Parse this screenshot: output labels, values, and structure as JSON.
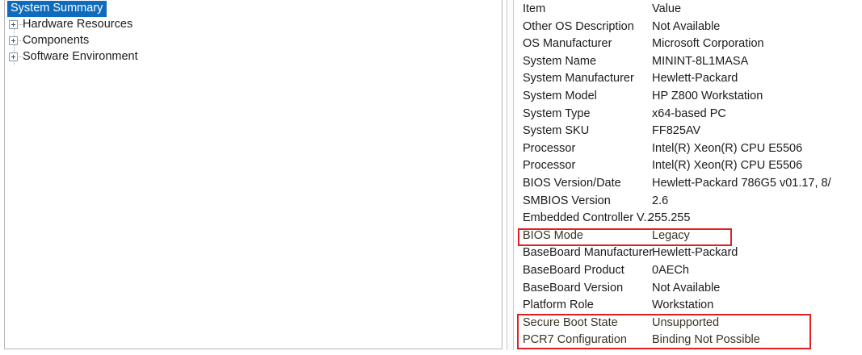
{
  "tree": {
    "root": {
      "label": "System Summary",
      "selected": true
    },
    "children": [
      {
        "label": "Hardware Resources",
        "expander": "plus-icon"
      },
      {
        "label": "Components",
        "expander": "plus-icon"
      },
      {
        "label": "Software Environment",
        "expander": "plus-icon"
      }
    ]
  },
  "detail": {
    "columns": {
      "item": "Item",
      "value": "Value"
    },
    "rows": [
      {
        "item": "Other OS Description",
        "value": "Not Available"
      },
      {
        "item": "OS Manufacturer",
        "value": "Microsoft Corporation"
      },
      {
        "item": "System Name",
        "value": "MININT-8L1MASA"
      },
      {
        "item": "System Manufacturer",
        "value": "Hewlett-Packard"
      },
      {
        "item": "System Model",
        "value": "HP Z800 Workstation"
      },
      {
        "item": "System Type",
        "value": "x64-based PC"
      },
      {
        "item": "System SKU",
        "value": "FF825AV"
      },
      {
        "item": "Processor",
        "value": "Intel(R) Xeon(R) CPU           E5506"
      },
      {
        "item": "Processor",
        "value": "Intel(R) Xeon(R) CPU           E5506"
      },
      {
        "item": "BIOS Version/Date",
        "value": "Hewlett-Packard 786G5 v01.17, 8/"
      },
      {
        "item": "SMBIOS Version",
        "value": "2.6"
      },
      {
        "item": "Embedded Controller V...",
        "value": "255.255"
      },
      {
        "item": "BIOS Mode",
        "value": "Legacy"
      },
      {
        "item": "BaseBoard Manufacturer",
        "value": "Hewlett-Packard"
      },
      {
        "item": "BaseBoard Product",
        "value": "0AECh"
      },
      {
        "item": "BaseBoard Version",
        "value": "Not Available"
      },
      {
        "item": "Platform Role",
        "value": "Workstation"
      },
      {
        "item": "Secure Boot State",
        "value": "Unsupported"
      },
      {
        "item": "PCR7 Configuration",
        "value": "Binding Not Possible"
      }
    ]
  },
  "annotations": {
    "color": "#e02020",
    "boxes": [
      {
        "name": "bios-mode-highlight",
        "targets": [
          "BIOS Mode"
        ]
      },
      {
        "name": "secure-boot-highlight",
        "targets": [
          "Secure Boot State",
          "PCR7 Configuration"
        ]
      }
    ]
  },
  "colors": {
    "selection_background": "#0f6cbd",
    "selection_text": "#ffffff",
    "text": "#1b1b1b",
    "pane_border": "#b5b5b5",
    "annotation_red": "#e02020"
  }
}
